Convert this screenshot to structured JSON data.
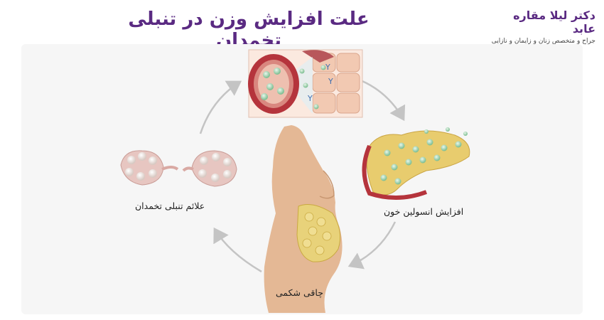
{
  "title": "علت افزایش وزن در تنبلی تخمدان",
  "brand": {
    "name": "دکتر لیلا مقاره عابد",
    "subtitle": "جراح و متخصص زنان و زایمان و نازایی"
  },
  "diagram": {
    "steps": [
      {
        "id": "insulin",
        "label": "افزایش انسولین خون"
      },
      {
        "id": "obesity",
        "label": "چاقی شکمی"
      },
      {
        "id": "ovary",
        "label": "علائم تنبلی تخمدان"
      }
    ],
    "colors": {
      "title": "#5a2a82",
      "arrow": "#c4c4c4",
      "vessel": "#b5343c",
      "fat": "#e8d27a",
      "skin": "#e4b895",
      "cell": "#f2c9b2",
      "bead": "#8fc9a0"
    }
  }
}
